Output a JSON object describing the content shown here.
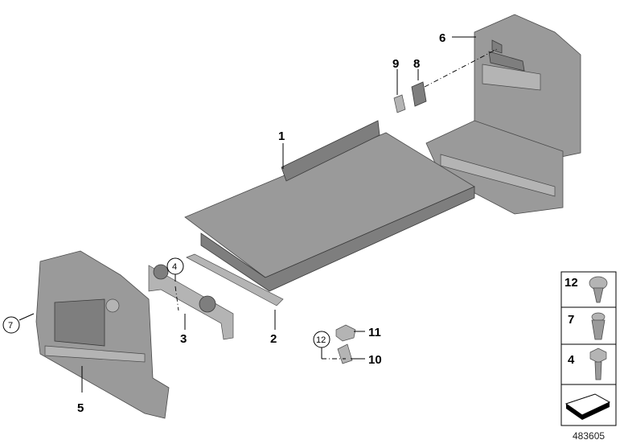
{
  "diagram": {
    "callouts": {
      "c1": "1",
      "c2": "2",
      "c3": "3",
      "c4": "4",
      "c5": "5",
      "c6": "6",
      "c7": "7",
      "c8": "8",
      "c9": "9",
      "c10": "10",
      "c11": "11",
      "c12": "12"
    },
    "legend": {
      "item1": "12",
      "item2": "7",
      "item3": "4"
    },
    "reference_number": "483605"
  }
}
